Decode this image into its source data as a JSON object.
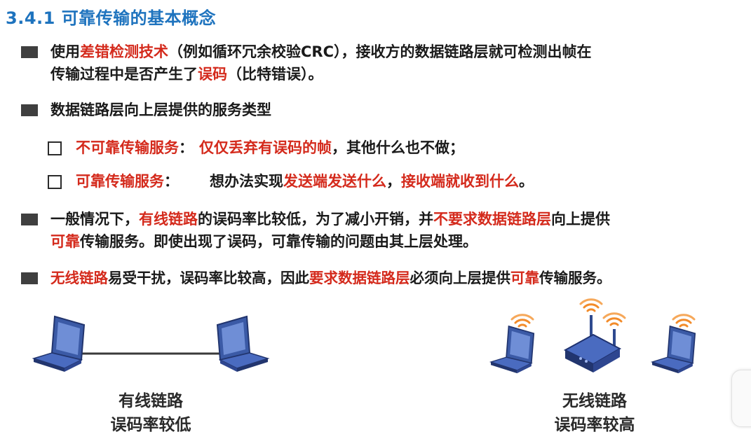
{
  "title": "3.4.1 可靠传输的基本概念",
  "bullet1": {
    "p1": "使用",
    "r1": "差错检测技术",
    "p2": "（例如循环冗余校验CRC），接收方的数据链路层就可检测出帧在",
    "p3": "传输过程中是否产生了",
    "r2": "误码",
    "p4": "（比特错误）。"
  },
  "bullet2": {
    "text": "数据链路层向上层提供的服务类型"
  },
  "sub1": {
    "label": "不可靠传输服务",
    "colon": "：",
    "r1": "仅仅丢弃有误码的帧",
    "p1": "，其他什么也不做；"
  },
  "sub2": {
    "label": "可靠传输服务",
    "colon": "：",
    "p1": "想办法实现",
    "r1": "发送端发送什么",
    "p2": "，",
    "r2": "接收端就收到什么",
    "p3": "。"
  },
  "bullet3": {
    "p1": "一般情况下，",
    "r1": "有线链路",
    "p2": "的误码率比较低，为了减小开销，并",
    "r2": "不要求数据链路层",
    "p3": "向上提供",
    "r3": "可靠",
    "p4": "传输服务。即使出现了误码，可靠传输的问题由其上层处理。"
  },
  "bullet4": {
    "r1": "无线链路",
    "p1": "易受干扰，误码率比较高，因此",
    "r2": "要求数据链路层",
    "p2": "必须向上层提供",
    "r3": "可靠",
    "p3": "传输服务。"
  },
  "wired": {
    "line1": "有线链路",
    "line2": "误码率较低"
  },
  "wireless": {
    "line1": "无线链路",
    "line2": "误码率较高"
  },
  "icons": [
    "laptop-icon",
    "wifi-signal-icon",
    "wireless-router-icon"
  ],
  "colors": {
    "title": "#1e73be",
    "emphasis": "#d42a1c",
    "device": "#2f4a8f"
  }
}
